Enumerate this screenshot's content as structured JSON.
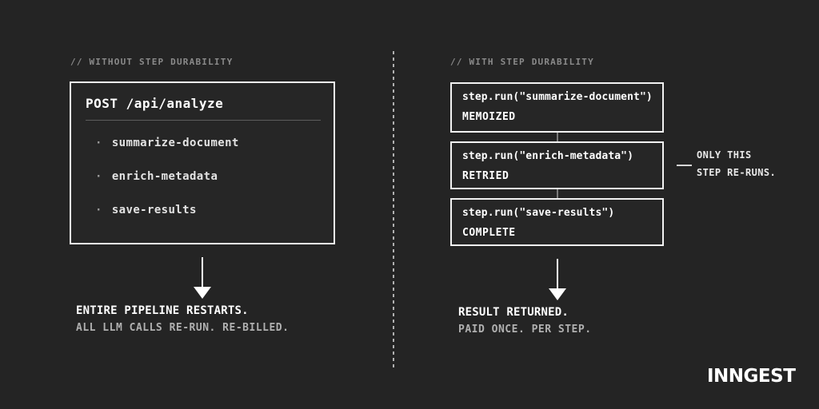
{
  "left": {
    "header": "// WITHOUT STEP DURABILITY",
    "box": {
      "title": "POST /api/analyze",
      "bullet": "·",
      "items": [
        {
          "label": "summarize-document"
        },
        {
          "label": "enrich-metadata"
        },
        {
          "label": "save-results"
        }
      ]
    },
    "result_title": "ENTIRE PIPELINE RESTARTS.",
    "result_subtitle": "ALL LLM CALLS RE-RUN. RE-BILLED."
  },
  "right": {
    "header": "// WITH STEP DURABILITY",
    "steps": [
      {
        "code": "step.run(\"summarize-document\")",
        "status": "MEMOIZED"
      },
      {
        "code": "step.run(\"enrich-metadata\")",
        "status": "RETRIED"
      },
      {
        "code": "step.run(\"save-results\")",
        "status": "COMPLETE"
      }
    ],
    "callout": {
      "line1": "ONLY THIS",
      "line2": "STEP RE-RUNS."
    },
    "result_title": "RESULT RETURNED.",
    "result_subtitle": "PAID ONCE. PER STEP."
  },
  "logo": "INNGEST",
  "colors": {
    "background": "#242424",
    "box_border": "#f2f2f2",
    "text_primary": "#ffffff",
    "text_muted": "#8a8a8a",
    "text_subtle": "#b0b0b0",
    "divider_dotted": "#b0b0b0"
  }
}
